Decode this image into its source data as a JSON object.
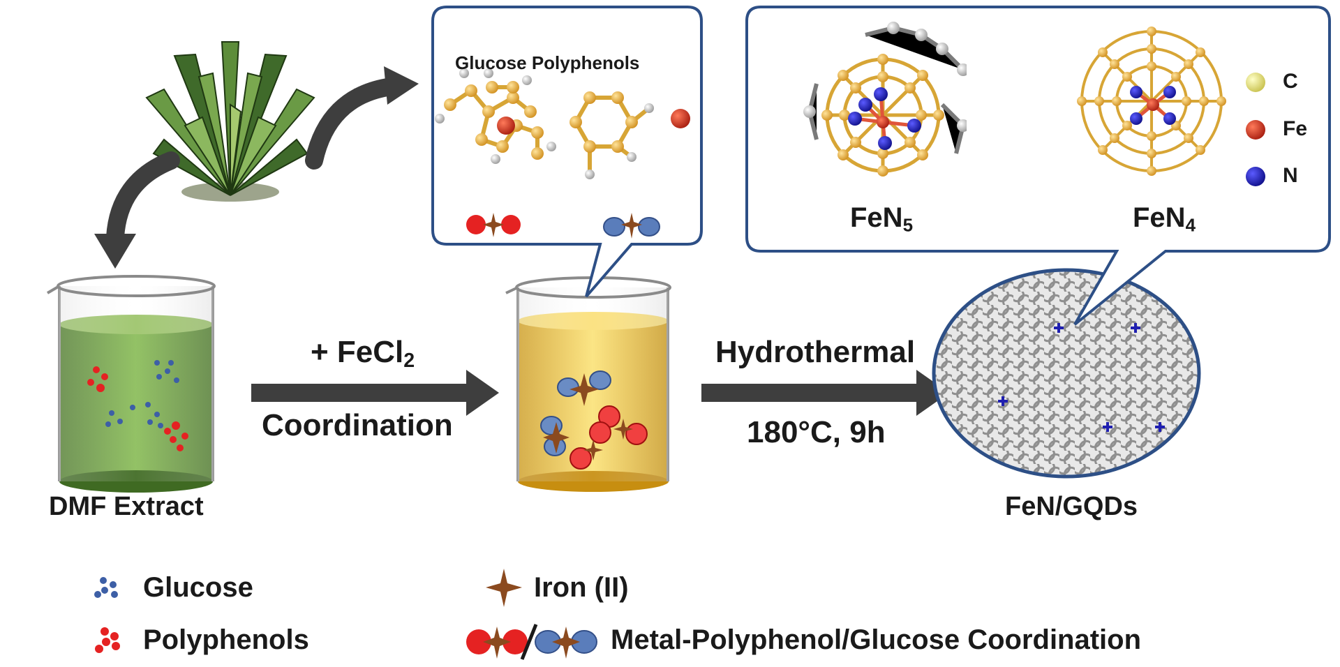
{
  "labels": {
    "dmf_extract": "DMF Extract",
    "reagent": "+ FeCl",
    "reagent_sub": "2",
    "step1": "Coordination",
    "step2": "Hydrothermal",
    "conditions": "180°C, 9h",
    "product": "FeN/GQDs",
    "glucose_polyphenols": "Glucose Polyphenols",
    "fen5_main": "FeN",
    "fen5_sub": "5",
    "fen4_main": "FeN",
    "fen4_sub": "4"
  },
  "element_key": [
    {
      "symbol": "C",
      "color": "#e6e27a"
    },
    {
      "symbol": "Fe",
      "color": "#e0553a"
    },
    {
      "symbol": "N",
      "color": "#1f1fb0"
    }
  ],
  "legend": {
    "glucose": "Glucose",
    "polyphenols": "Polyphenols",
    "iron": "Iron (II)",
    "coordination": "Metal-Polyphenol/Glucose Coordination"
  },
  "colors": {
    "green_solution": "#6f9e43",
    "yellow_solution": "#f2c530",
    "arrow": "#3e3e3e",
    "callout_border": "#2d4f86",
    "glucose_blue": "#3d5fa6",
    "polyphenol_red": "#e52222",
    "iron_brown": "#8b4a1f",
    "carbon_gold": "#e6a93a"
  }
}
